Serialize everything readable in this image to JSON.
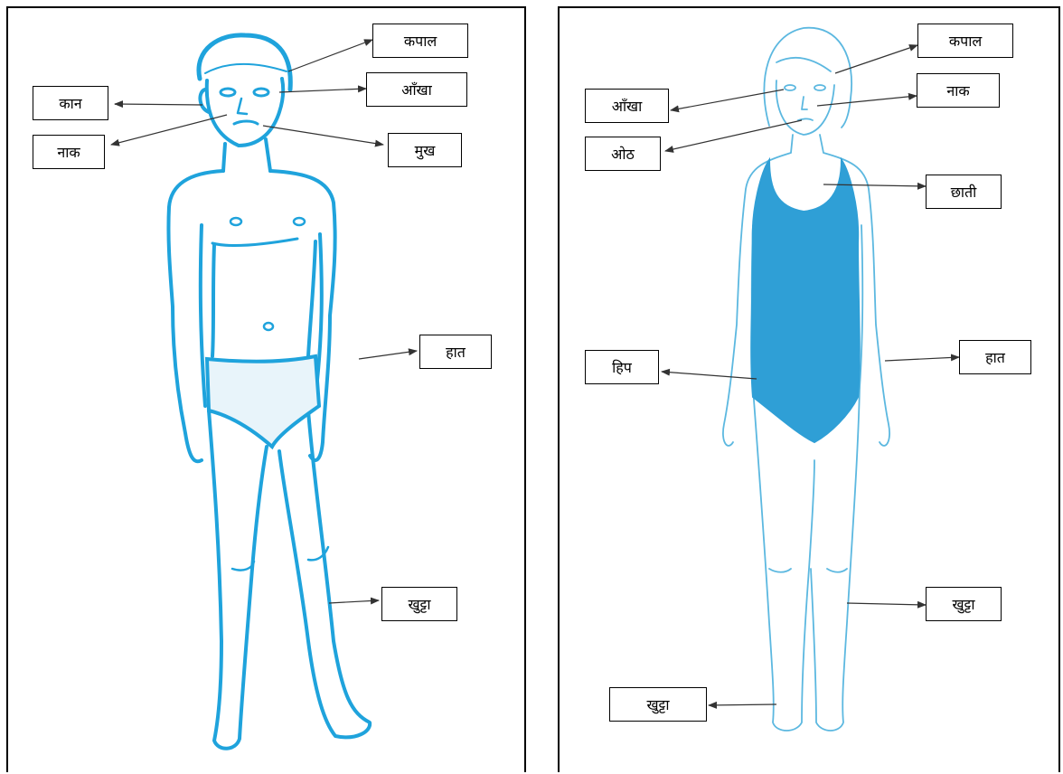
{
  "male": {
    "labels": {
      "kapal": "कपाल",
      "aankha": "आँखा",
      "kaan": "कान",
      "naak": "नाक",
      "mukh": "मुख",
      "haat": "हात",
      "khutta": "खुट्टा"
    }
  },
  "female": {
    "labels": {
      "kapal": "कपाल",
      "aankha": "आँखा",
      "naak": "नाक",
      "oth": "ओठ",
      "chhati": "छाती",
      "hip": "हिप",
      "haat": "हात",
      "khutta_right": "खुट्टा",
      "khutta_bottom": "खुट्टा"
    }
  },
  "colors": {
    "male_figure": "#1fa3dc",
    "female_figure": "#5cb8e0",
    "swimsuit": "#2f9fd6",
    "arrows": "#333333"
  }
}
